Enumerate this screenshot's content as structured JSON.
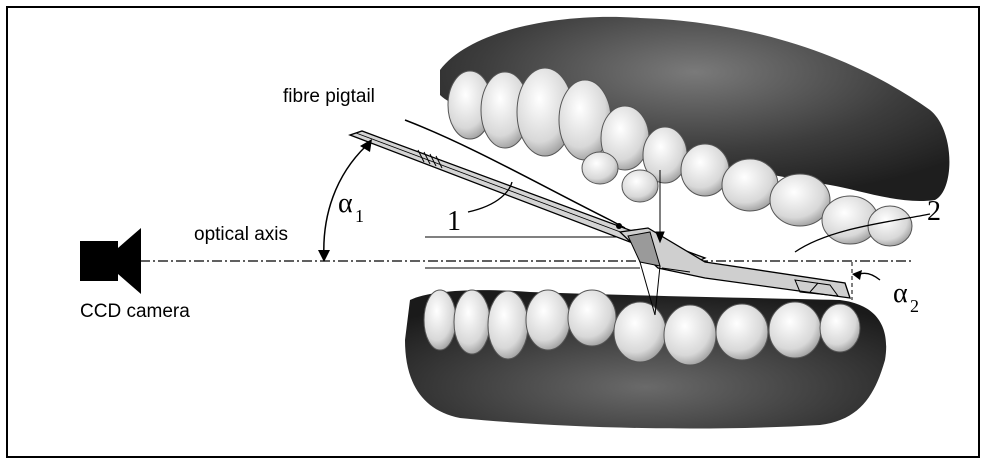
{
  "labels": {
    "fibre_pigtail": "fibre pigtail",
    "optical_axis": "optical axis",
    "ccd_camera": "CCD camera",
    "alpha1_symbol": "α",
    "alpha1_sub": "1",
    "alpha2_symbol": "α",
    "alpha2_sub": "2",
    "part1": "1",
    "part2": "2"
  },
  "colors": {
    "ink": "#000000",
    "gum": "#3a3a3a",
    "tooth": "#e6e6e6",
    "plate": "#d0d0d0"
  }
}
